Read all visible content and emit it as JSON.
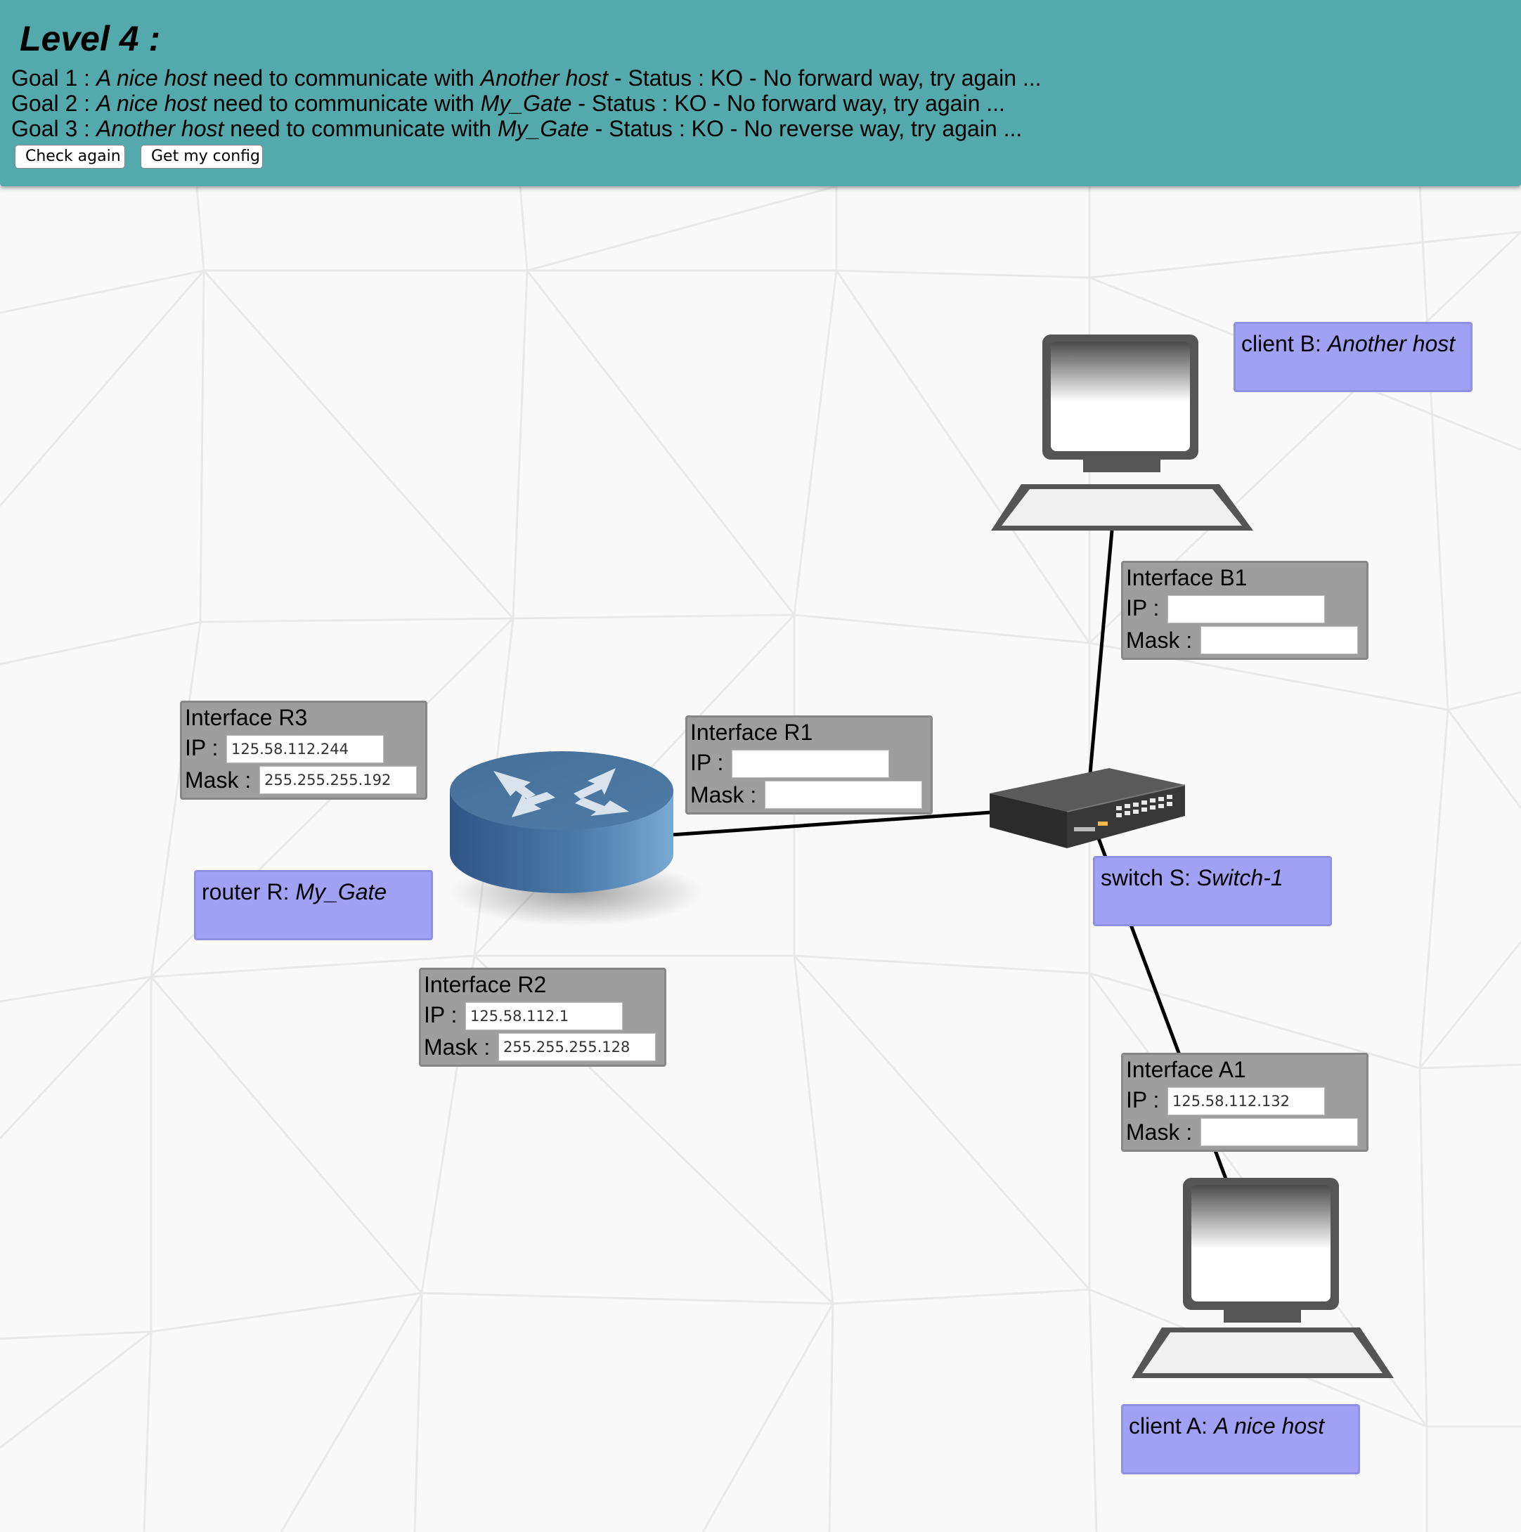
{
  "header": {
    "level_title": "Level 4 :",
    "goals": [
      {
        "prefix": "Goal 1 : ",
        "source": "A nice host",
        "middle": " need to communicate with ",
        "target": "Another host",
        "status": " - Status : KO - No forward way, try again ..."
      },
      {
        "prefix": "Goal 2 : ",
        "source": "A nice host",
        "middle": " need to communicate with ",
        "target": "My_Gate",
        "status": " - Status : KO - No forward way, try again ..."
      },
      {
        "prefix": "Goal 3 : ",
        "source": "Another host",
        "middle": " need to communicate with ",
        "target": "My_Gate",
        "status": " - Status : KO - No reverse way, try again ..."
      }
    ],
    "buttons": {
      "check_again": "Check again",
      "get_config": "Get my config"
    }
  },
  "interfaces": {
    "r3": {
      "title": "Interface R3",
      "ip_label": "IP :",
      "mask_label": "Mask :",
      "ip": "125.58.112.244",
      "mask": "255.255.255.192"
    },
    "r1": {
      "title": "Interface R1",
      "ip_label": "IP :",
      "mask_label": "Mask :",
      "ip": "",
      "mask": ""
    },
    "r2": {
      "title": "Interface R2",
      "ip_label": "IP :",
      "mask_label": "Mask :",
      "ip": "125.58.112.1",
      "mask": "255.255.255.128"
    },
    "b1": {
      "title": "Interface B1",
      "ip_label": "IP :",
      "mask_label": "Mask :",
      "ip": "",
      "mask": ""
    },
    "a1": {
      "title": "Interface A1",
      "ip_label": "IP :",
      "mask_label": "Mask :",
      "ip": "125.58.112.132",
      "mask": ""
    }
  },
  "devices": {
    "client_b": {
      "kind": "client B: ",
      "name": "Another host",
      "icon": "computer-icon"
    },
    "router": {
      "kind": "router R: ",
      "name": "My_Gate",
      "icon": "router-icon"
    },
    "switch": {
      "kind": "switch S: ",
      "name": "Switch-1",
      "icon": "switch-icon"
    },
    "client_a": {
      "kind": "client A: ",
      "name": "A nice host",
      "icon": "computer-icon"
    }
  },
  "colors": {
    "header_bg": "#53a9ab",
    "interface_box": "#9e9e9e",
    "name_label": "#a0a1f5",
    "router_blue": "#4a7aa6"
  }
}
